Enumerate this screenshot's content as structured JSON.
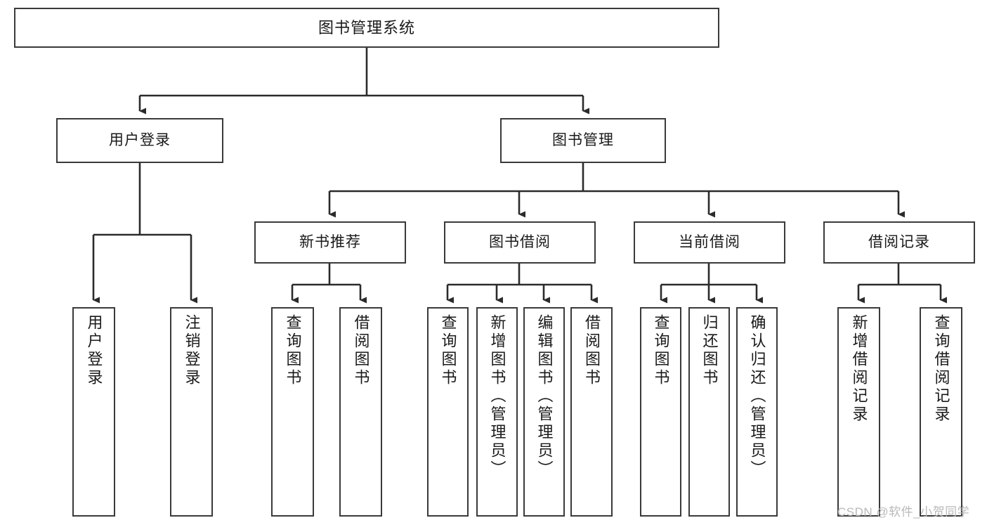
{
  "diagram": {
    "type": "tree",
    "title": "图书管理系统",
    "watermark": "CSDN @软件_小贺同学",
    "colors": {
      "box_border": "#3a3a3a",
      "box_fill": "#ffffff",
      "connector": "#2b2b2b",
      "text": "#1a1a1a",
      "watermark": "#b9b9b9"
    },
    "levels": {
      "root": {
        "label": "图书管理系统"
      },
      "level2": [
        {
          "label": "用户登录"
        },
        {
          "label": "图书管理"
        }
      ],
      "level3": [
        {
          "label": "新书推荐"
        },
        {
          "label": "图书借阅"
        },
        {
          "label": "当前借阅"
        },
        {
          "label": "借阅记录"
        }
      ],
      "leaves": {
        "user_login": [
          {
            "label": "用户登录"
          },
          {
            "label": "注销登录"
          }
        ],
        "new_book": [
          {
            "label": "查询图书"
          },
          {
            "label": "借阅图书"
          }
        ],
        "book_borrow": [
          {
            "label": "查询图书"
          },
          {
            "label": "新增图书（管理员）"
          },
          {
            "label": "编辑图书（管理员）"
          },
          {
            "label": "借阅图书"
          }
        ],
        "current_borrow": [
          {
            "label": "查询图书"
          },
          {
            "label": "归还图书"
          },
          {
            "label": "确认归还（管理员）"
          }
        ],
        "borrow_record": [
          {
            "label": "新增借阅记录"
          },
          {
            "label": "查询借阅记录"
          }
        ]
      }
    }
  }
}
